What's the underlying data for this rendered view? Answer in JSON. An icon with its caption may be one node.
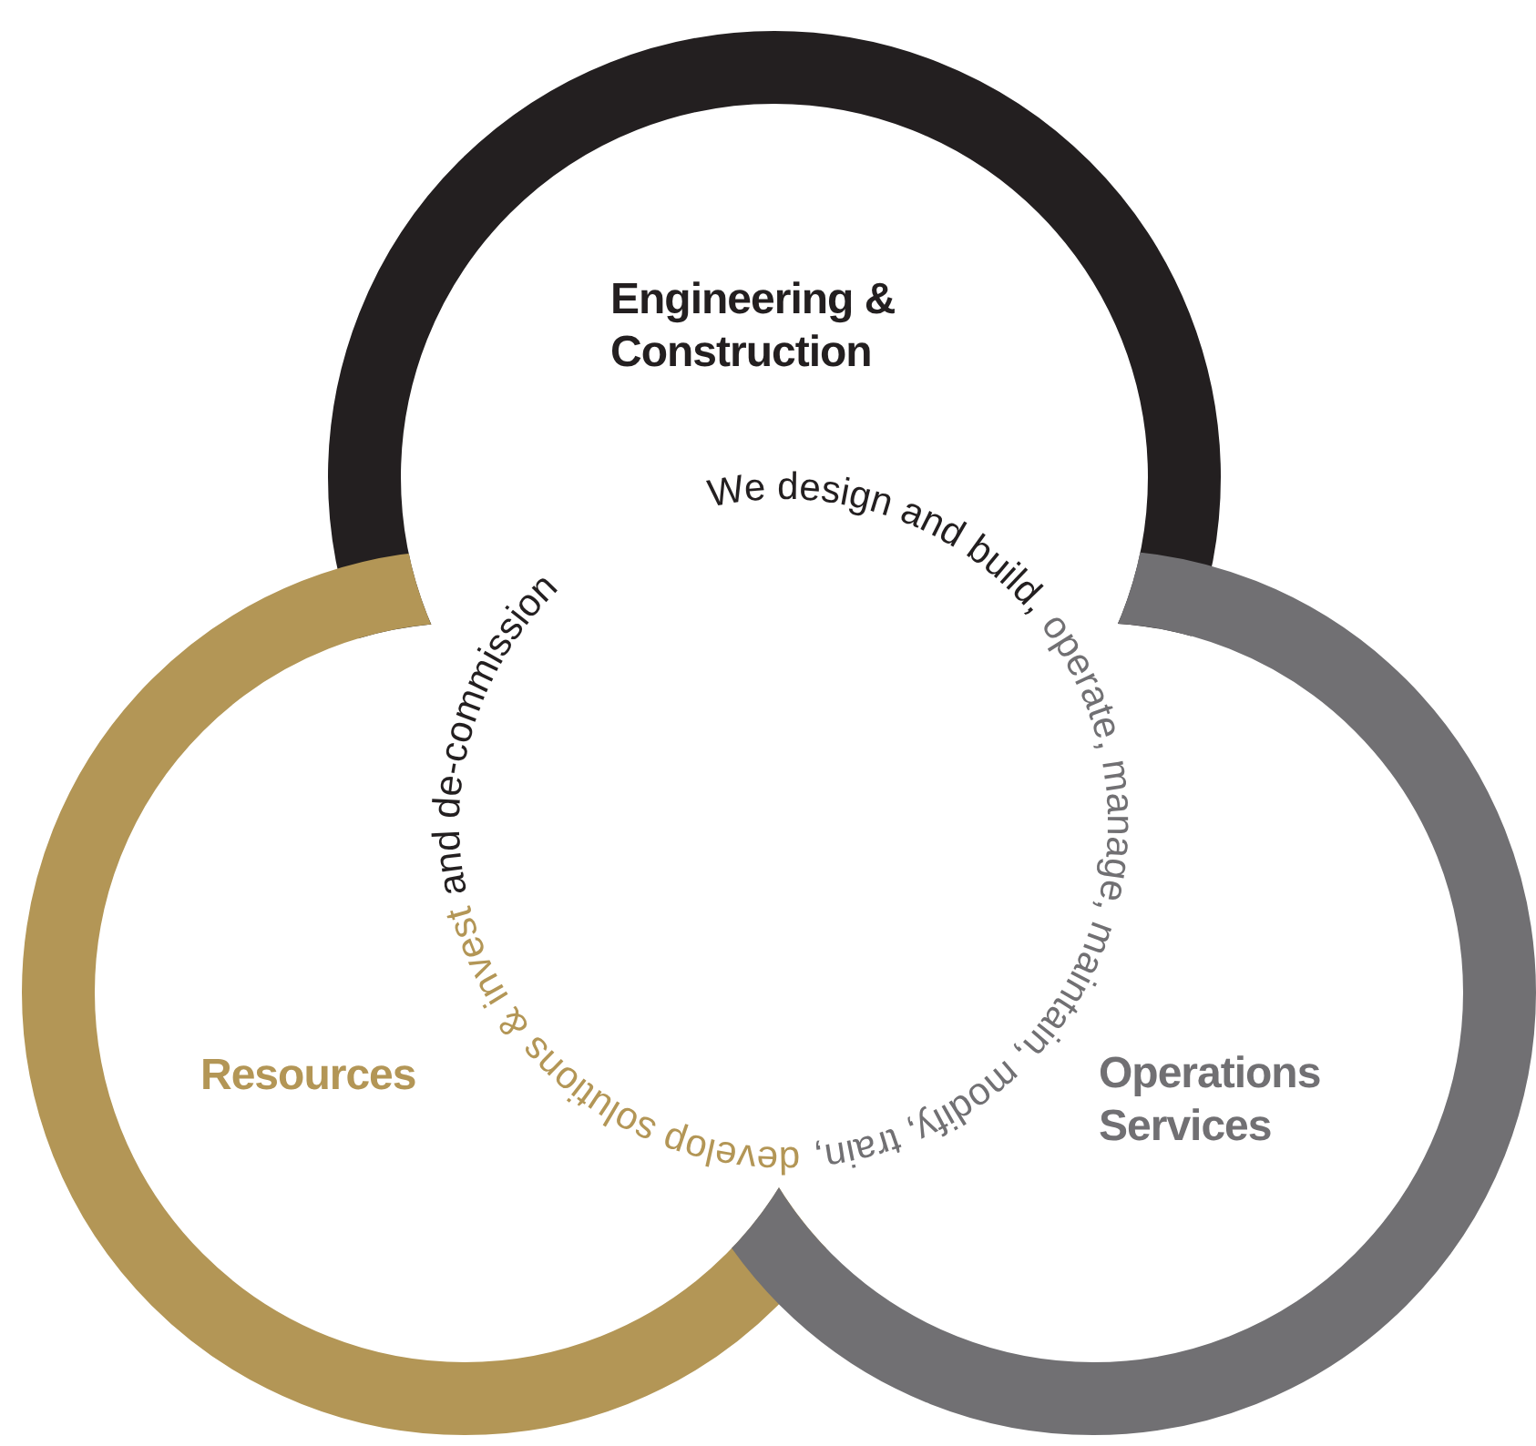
{
  "diagram": {
    "nodes": [
      {
        "text": [
          "Engineering & Construction"
        ]
      },
      {
        "text": [
          "Resources"
        ]
      },
      {
        "text": [
          "Operations Services"
        ]
      }
    ],
    "labels": [
      "We design and build,",
      "operate, manage, maintain, modify, train,",
      "develop solutions & invest",
      "and de-commission"
    ]
  }
}
